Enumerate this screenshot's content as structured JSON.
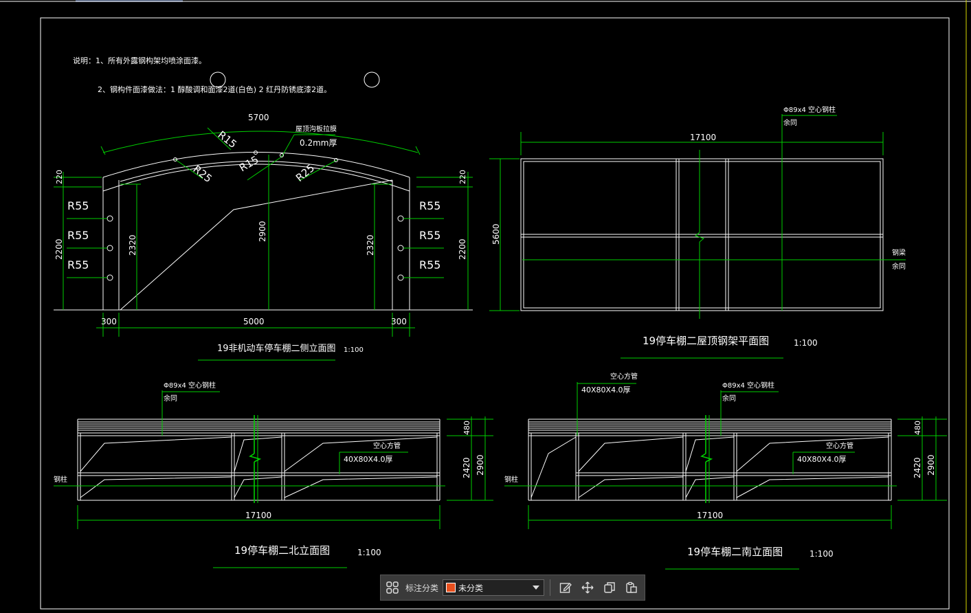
{
  "notes": {
    "line1": "说明：1、所有外露钢构架均喷涂面漆。",
    "line2": "2、钢构件面漆做法：1 醇酸调和面漆2道(白色) 2 红丹防锈底漆2道。"
  },
  "side_elevation": {
    "title": "19非机动车停车棚二侧立面图",
    "scale": "1:100",
    "dims": {
      "top_span": "5700",
      "membrane_1": "屋顶沟板拉膜",
      "membrane_2": "0.2mm厚",
      "r15_a": "R15",
      "r25_a": "R25",
      "r15_b": "R15",
      "r25_b": "R25",
      "left_220": "220",
      "right_220": "220",
      "left_2200": "2200",
      "right_2200": "2200",
      "left_2320": "2320",
      "right_2320": "2320",
      "center_2900": "2900",
      "bottom_300_l": "300",
      "bottom_5000": "5000",
      "bottom_300_r": "300"
    },
    "r55_left": [
      "R55",
      "R55",
      "R55"
    ],
    "r55_right": [
      "R55",
      "R55",
      "R55"
    ]
  },
  "roof_plan": {
    "title": "19停车棚二屋顶钢架平面图",
    "scale": "1:100",
    "dim_top": "17100",
    "dim_left": "5600",
    "callout_1": "Φ89x4 空心钢柱",
    "callout_2": "余同",
    "side_1": "钢梁",
    "side_2": "余同"
  },
  "north_elevation": {
    "title": "19停车棚二北立面图",
    "scale": "1:100",
    "callout_1": "Φ89x4 空心钢柱",
    "callout_2": "余同",
    "tube_1": "空心方管",
    "tube_2": "40X80X4.0厚",
    "left_label": "钢柱",
    "dim_bottom": "17100",
    "dim_480": "480",
    "dim_2420": "2420",
    "dim_2900": "2900"
  },
  "south_elevation": {
    "title": "19停车棚二南立面图",
    "scale": "1:100",
    "tube_top_1": "空心方管",
    "tube_top_2": "40X80X4.0厚",
    "callout_1": "Φ89x4 空心钢柱",
    "callout_2": "余同",
    "tube_1": "空心方管",
    "tube_2": "40X80X4.0厚",
    "left_label": "钢柱",
    "dim_bottom": "17100",
    "dim_480": "480",
    "dim_2420": "2420",
    "dim_2900": "2900"
  },
  "toolbar": {
    "annotation_label": "标注分类",
    "category_value": "未分类",
    "category_color": "#e8501e",
    "tools": [
      "grid-icon",
      "edit-icon",
      "move-icon",
      "copy-icon",
      "paste-icon"
    ]
  },
  "colors": {
    "background": "#000000",
    "lines": "#ffffff",
    "dimensions": "#00d000"
  }
}
